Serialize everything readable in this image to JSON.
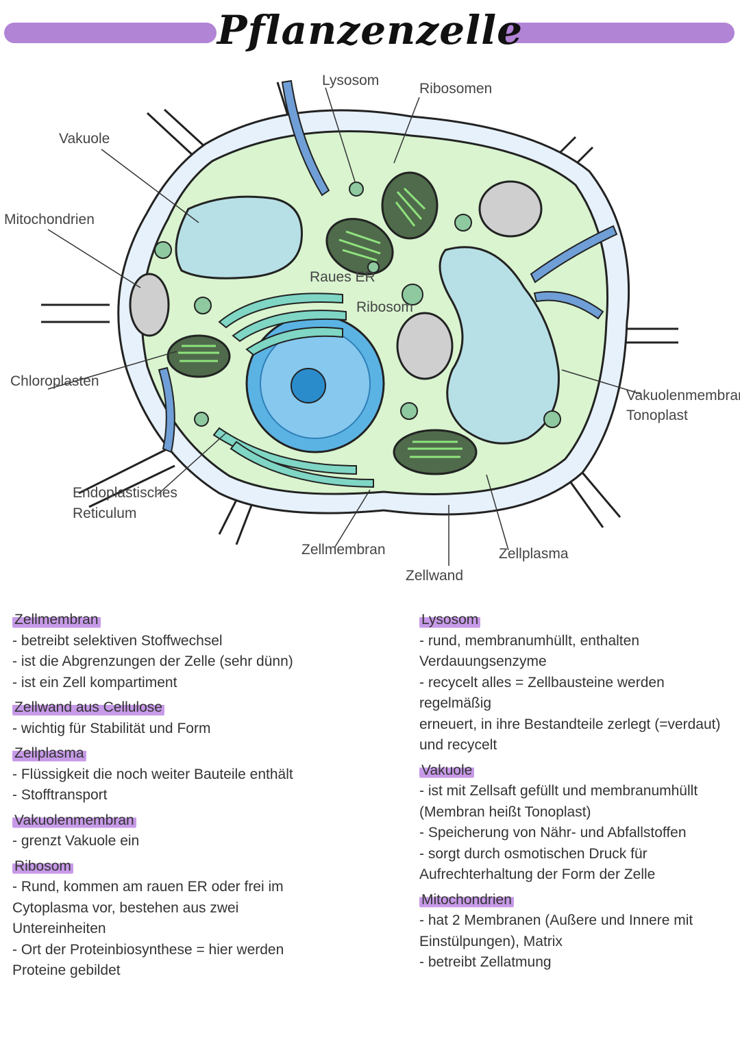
{
  "title": "Pflanzenzelle",
  "colors": {
    "accent_bar": "#b184d6",
    "highlight": "#c79ae8",
    "cell_wall": "#e6f1fb",
    "cytoplasm": "#d9f4cf",
    "vacuole": "#b7e0e6",
    "nucleus": "#5bb3e4",
    "chloroplast": "#4f6b4b",
    "er": "#7fd6c4"
  },
  "labels": {
    "lysosom": "Lysosom",
    "ribosomen": "Ribosomen",
    "vakuole": "Vakuole",
    "mitochondrien": "Mitochondrien",
    "raues_er": "Raues ER",
    "ribosom": "Ribosom",
    "chloroplasten": "Chloroplasten",
    "vakuolenmembran_1": "Vakuolenmembran/",
    "vakuolenmembran_2": "Tonoplast",
    "er_1": "Endoplastisches",
    "er_2": "Reticulum",
    "zellmembran": "Zellmembran",
    "zellwand": "Zellwand",
    "zellplasma": "Zellplasma"
  },
  "notes_left": [
    {
      "heading": "Zellmembran",
      "lines": [
        "- betreibt selektiven Stoffwechsel",
        "- ist die Abgrenzungen der Zelle (sehr dünn)",
        "- ist ein Zell kompartiment"
      ]
    },
    {
      "heading": "Zellwand aus Cellulose",
      "lines": [
        "- wichtig für Stabilität und Form"
      ]
    },
    {
      "heading": "Zellplasma",
      "lines": [
        "- Flüssigkeit die noch weiter Bauteile enthält",
        "- Stofftransport"
      ]
    },
    {
      "heading": "Vakuolenmembran",
      "lines": [
        "- grenzt Vakuole ein"
      ]
    },
    {
      "heading": "Ribosom",
      "lines": [
        "- Rund, kommen am rauen ER oder frei im",
        "Cytoplasma vor, bestehen aus zwei",
        "Untereinheiten",
        "- Ort der Proteinbiosynthese = hier werden",
        "Proteine gebildet"
      ]
    }
  ],
  "notes_right": [
    {
      "heading": "Lysosom",
      "lines": [
        "- rund, membranumhüllt, enthalten",
        "Verdauungsenzyme",
        "- recycelt alles = Zellbausteine werden regelmäßig",
        "erneuert, in ihre Bestandteile zerlegt (=verdaut)",
        "und recycelt"
      ]
    },
    {
      "heading": "Vakuole",
      "lines": [
        "- ist mit Zellsaft gefüllt und membranumhüllt",
        "(Membran heißt Tonoplast)",
        "- Speicherung von Nähr- und Abfallstoffen",
        "- sorgt durch osmotischen Druck für",
        "Aufrechterhaltung der Form der Zelle"
      ]
    },
    {
      "heading": "Mitochondrien",
      "lines": [
        "- hat 2 Membranen (Außere und Innere mit",
        "Einstülpungen), Matrix",
        "- betreibt Zellatmung"
      ]
    }
  ]
}
